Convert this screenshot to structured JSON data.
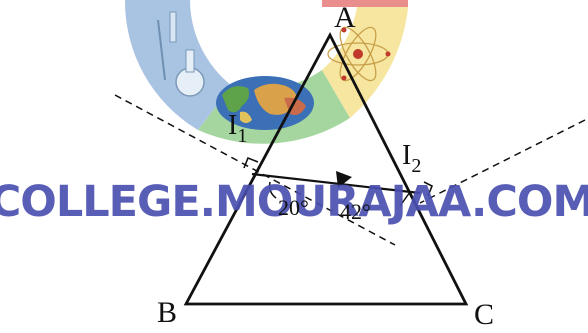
{
  "vertices": {
    "a": "A",
    "b": "B",
    "c": "C"
  },
  "points": {
    "i1": {
      "letter": "I",
      "sub": "1"
    },
    "i2": {
      "letter": "I",
      "sub": "2"
    }
  },
  "angles": {
    "left": "20°",
    "right": "42°"
  },
  "watermark": {
    "text": "COLLEGE.MOURAJAA.COM",
    "color": "#4a4fb0"
  },
  "logo_colors": {
    "blue": "#a9c4e2",
    "green": "#a6d6a0",
    "yellow": "#f6e6a0",
    "red": "#e98d8d"
  }
}
